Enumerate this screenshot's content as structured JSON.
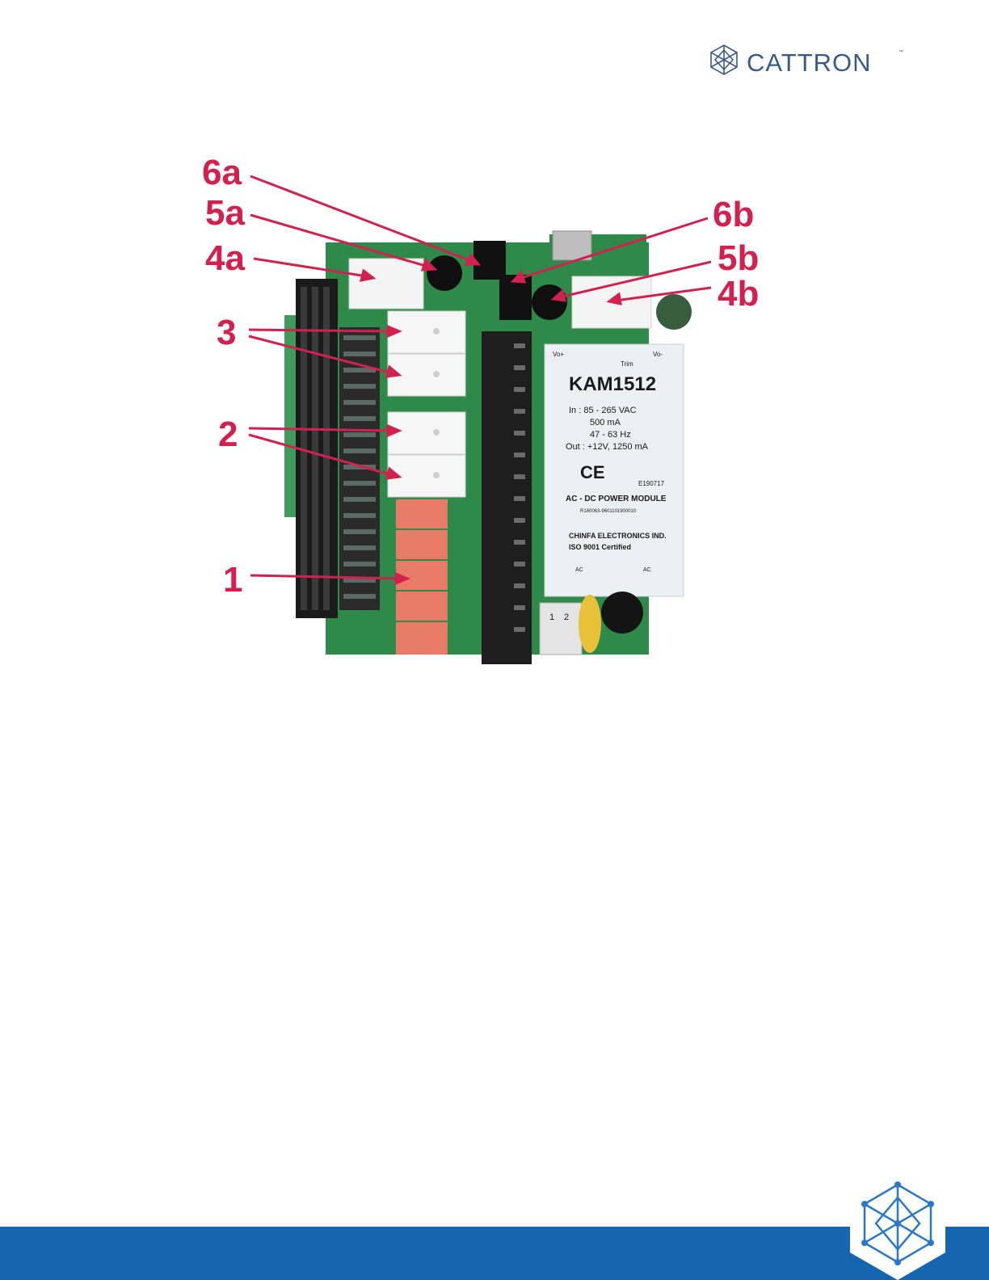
{
  "header": {
    "brand": "CATTRON",
    "trademark": "™"
  },
  "figure": {
    "callouts": [
      "6a",
      "5a",
      "4a",
      "3",
      "2",
      "1",
      "6b",
      "5b",
      "4b"
    ],
    "power_module": {
      "pin_vo_plus": "Vo+",
      "pin_trim": "Trim",
      "pin_vo_minus": "Vo-",
      "model": "KAM1512",
      "spec_in": "In :  85 - 265 VAC",
      "spec_current": "500 mA",
      "spec_freq": "47 - 63 Hz",
      "spec_out": "Out : +12V, 1250 mA",
      "ce": "CE",
      "ul_number": "E190717",
      "type": "AC - DC POWER MODULE",
      "serial": "R180063-9601101900010",
      "maker": "CHINFA ELECTRONICS IND.",
      "cert": "ISO 9001 Certified",
      "ac_left": "AC",
      "ac_right": "AC"
    },
    "connector_pins": [
      "1",
      "2"
    ]
  },
  "colors": {
    "callout": "#d2204f",
    "brand_blue": "#1565b0",
    "pcb_green": "#2f8a4a"
  }
}
